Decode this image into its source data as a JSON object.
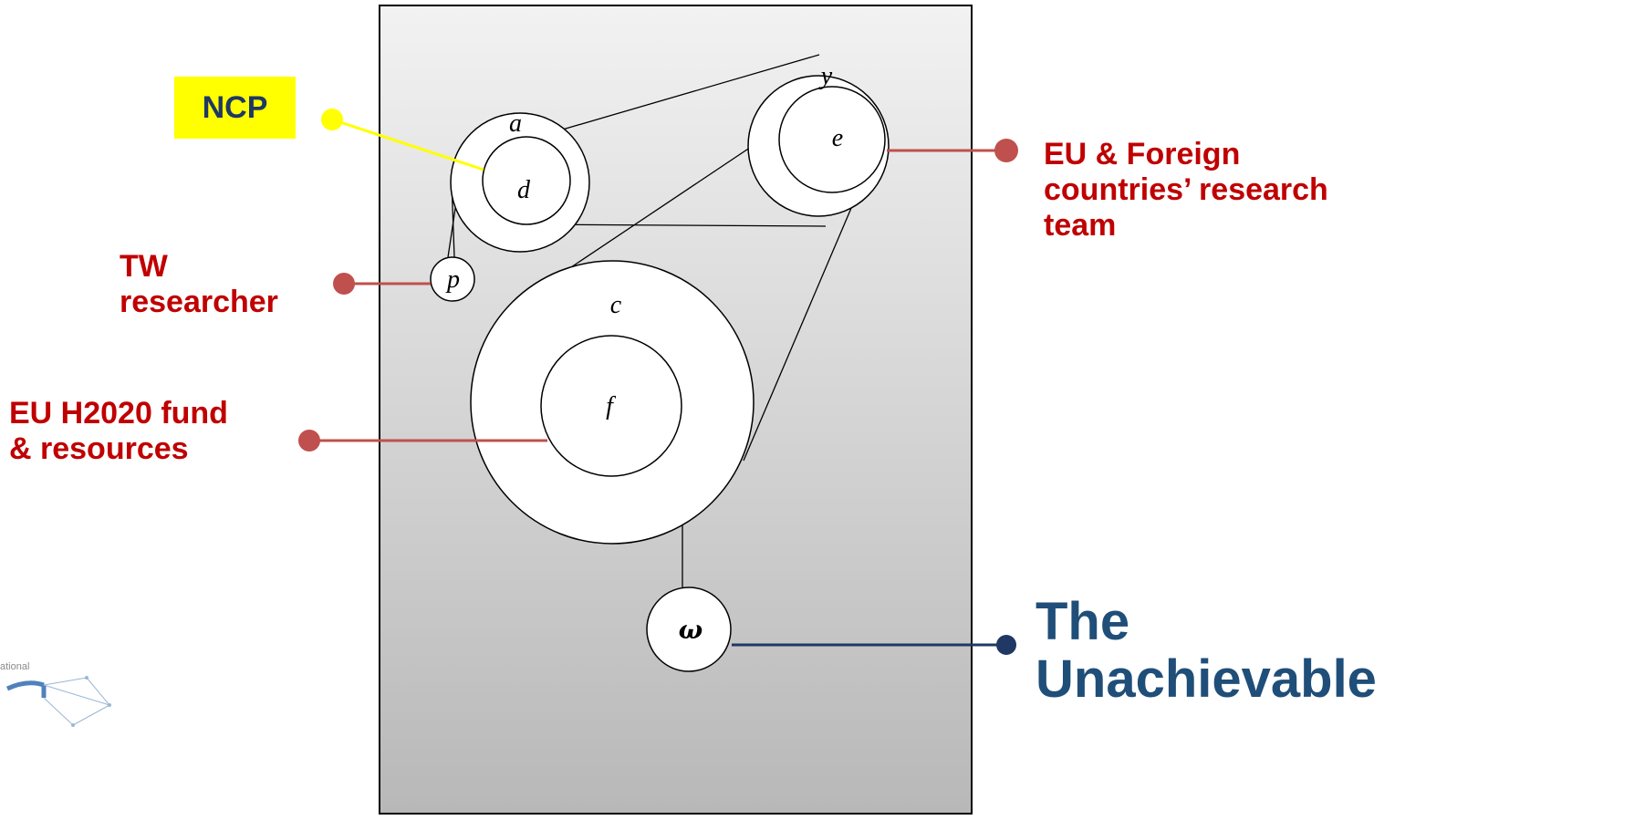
{
  "colors": {
    "red_label": "#c00000",
    "ncp_text": "#1f3864",
    "ncp_highlight": "#ffff00",
    "yellow_connector": "#ffff00",
    "red_connector": "#c0504d",
    "blue_connector": "#1f3864",
    "blue_label": "#1f4e79"
  },
  "nodes": {
    "a": "a",
    "d": "d",
    "y": "y",
    "e": "e",
    "p": "p",
    "c": "c",
    "f": "f",
    "omega": "ω"
  },
  "labels": {
    "ncp": "NCP",
    "tw_researcher": [
      "TW",
      "researcher"
    ],
    "eu_fund": [
      "EU H2020 fund",
      "& resources"
    ],
    "eu_foreign": [
      "EU & Foreign",
      "countries’ research",
      "team"
    ],
    "unachievable": [
      "The",
      "Unachievable"
    ]
  },
  "logo": {
    "partial_text": "ational"
  }
}
